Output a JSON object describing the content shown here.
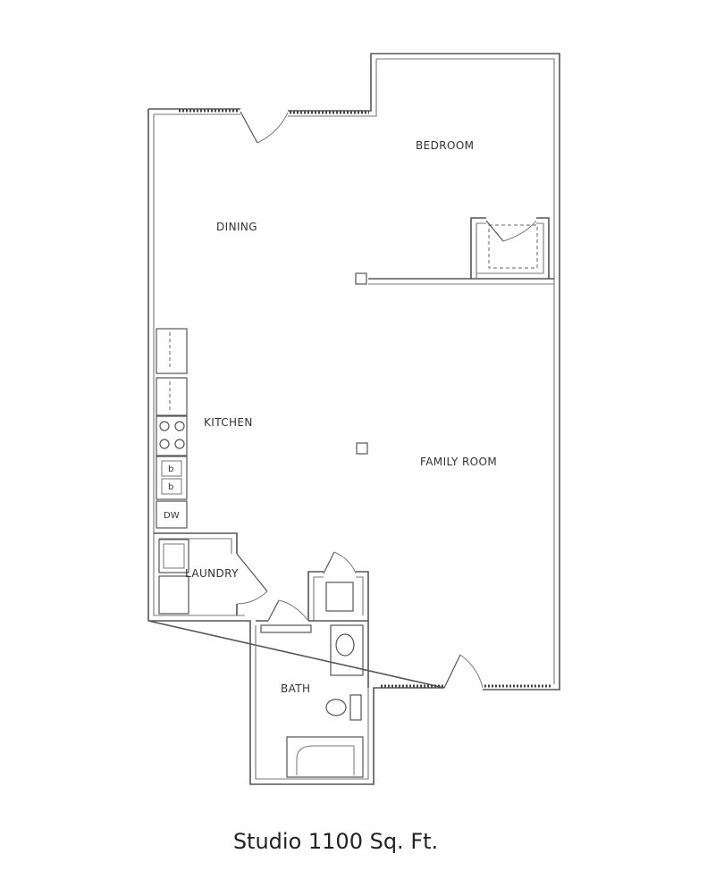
{
  "caption": "Studio   1100 Sq. Ft.",
  "rooms": {
    "bedroom": "BEDROOM",
    "dining": "DINING",
    "kitchen": "KITCHEN",
    "family_room": "FAMILY ROOM",
    "laundry": "LAUNDRY",
    "bath": "BATH"
  },
  "fixtures": {
    "dishwasher": "DW",
    "sink_bowl": "b"
  }
}
